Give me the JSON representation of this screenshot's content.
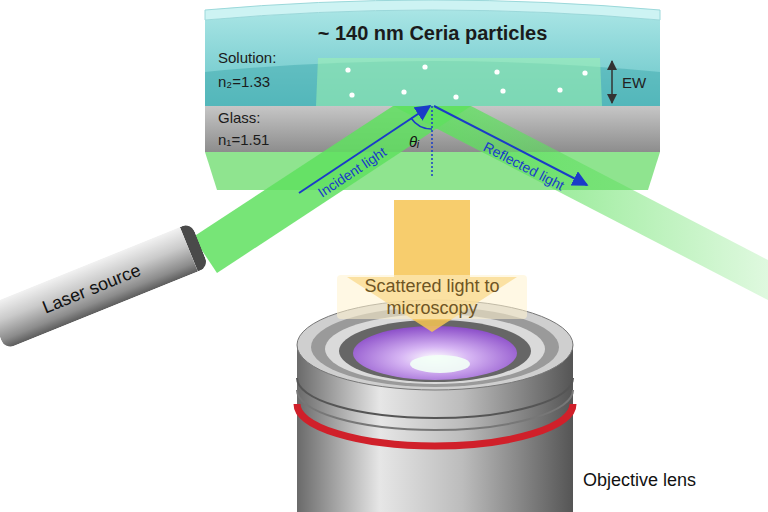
{
  "diagram": {
    "nodes": [
      {
        "text": [
          "~ 140 nm Ceria particles"
        ]
      },
      {
        "text": [
          "Solution: n₂=1.33"
        ],
        "in": 0
      },
      {
        "text": [
          "Glass: n₁=1.51"
        ],
        "in": 0
      },
      {
        "text": [
          "Laser source"
        ]
      },
      {
        "text": [
          "Objective lens"
        ]
      }
    ],
    "edges": [
      {
        "from": 0,
        "to": 4,
        "label": "Scattered light to microscopy",
        "arrow": "to"
      }
    ],
    "labels": [
      "EW",
      "θᵢ",
      "Incident light",
      "Reflected light"
    ]
  }
}
